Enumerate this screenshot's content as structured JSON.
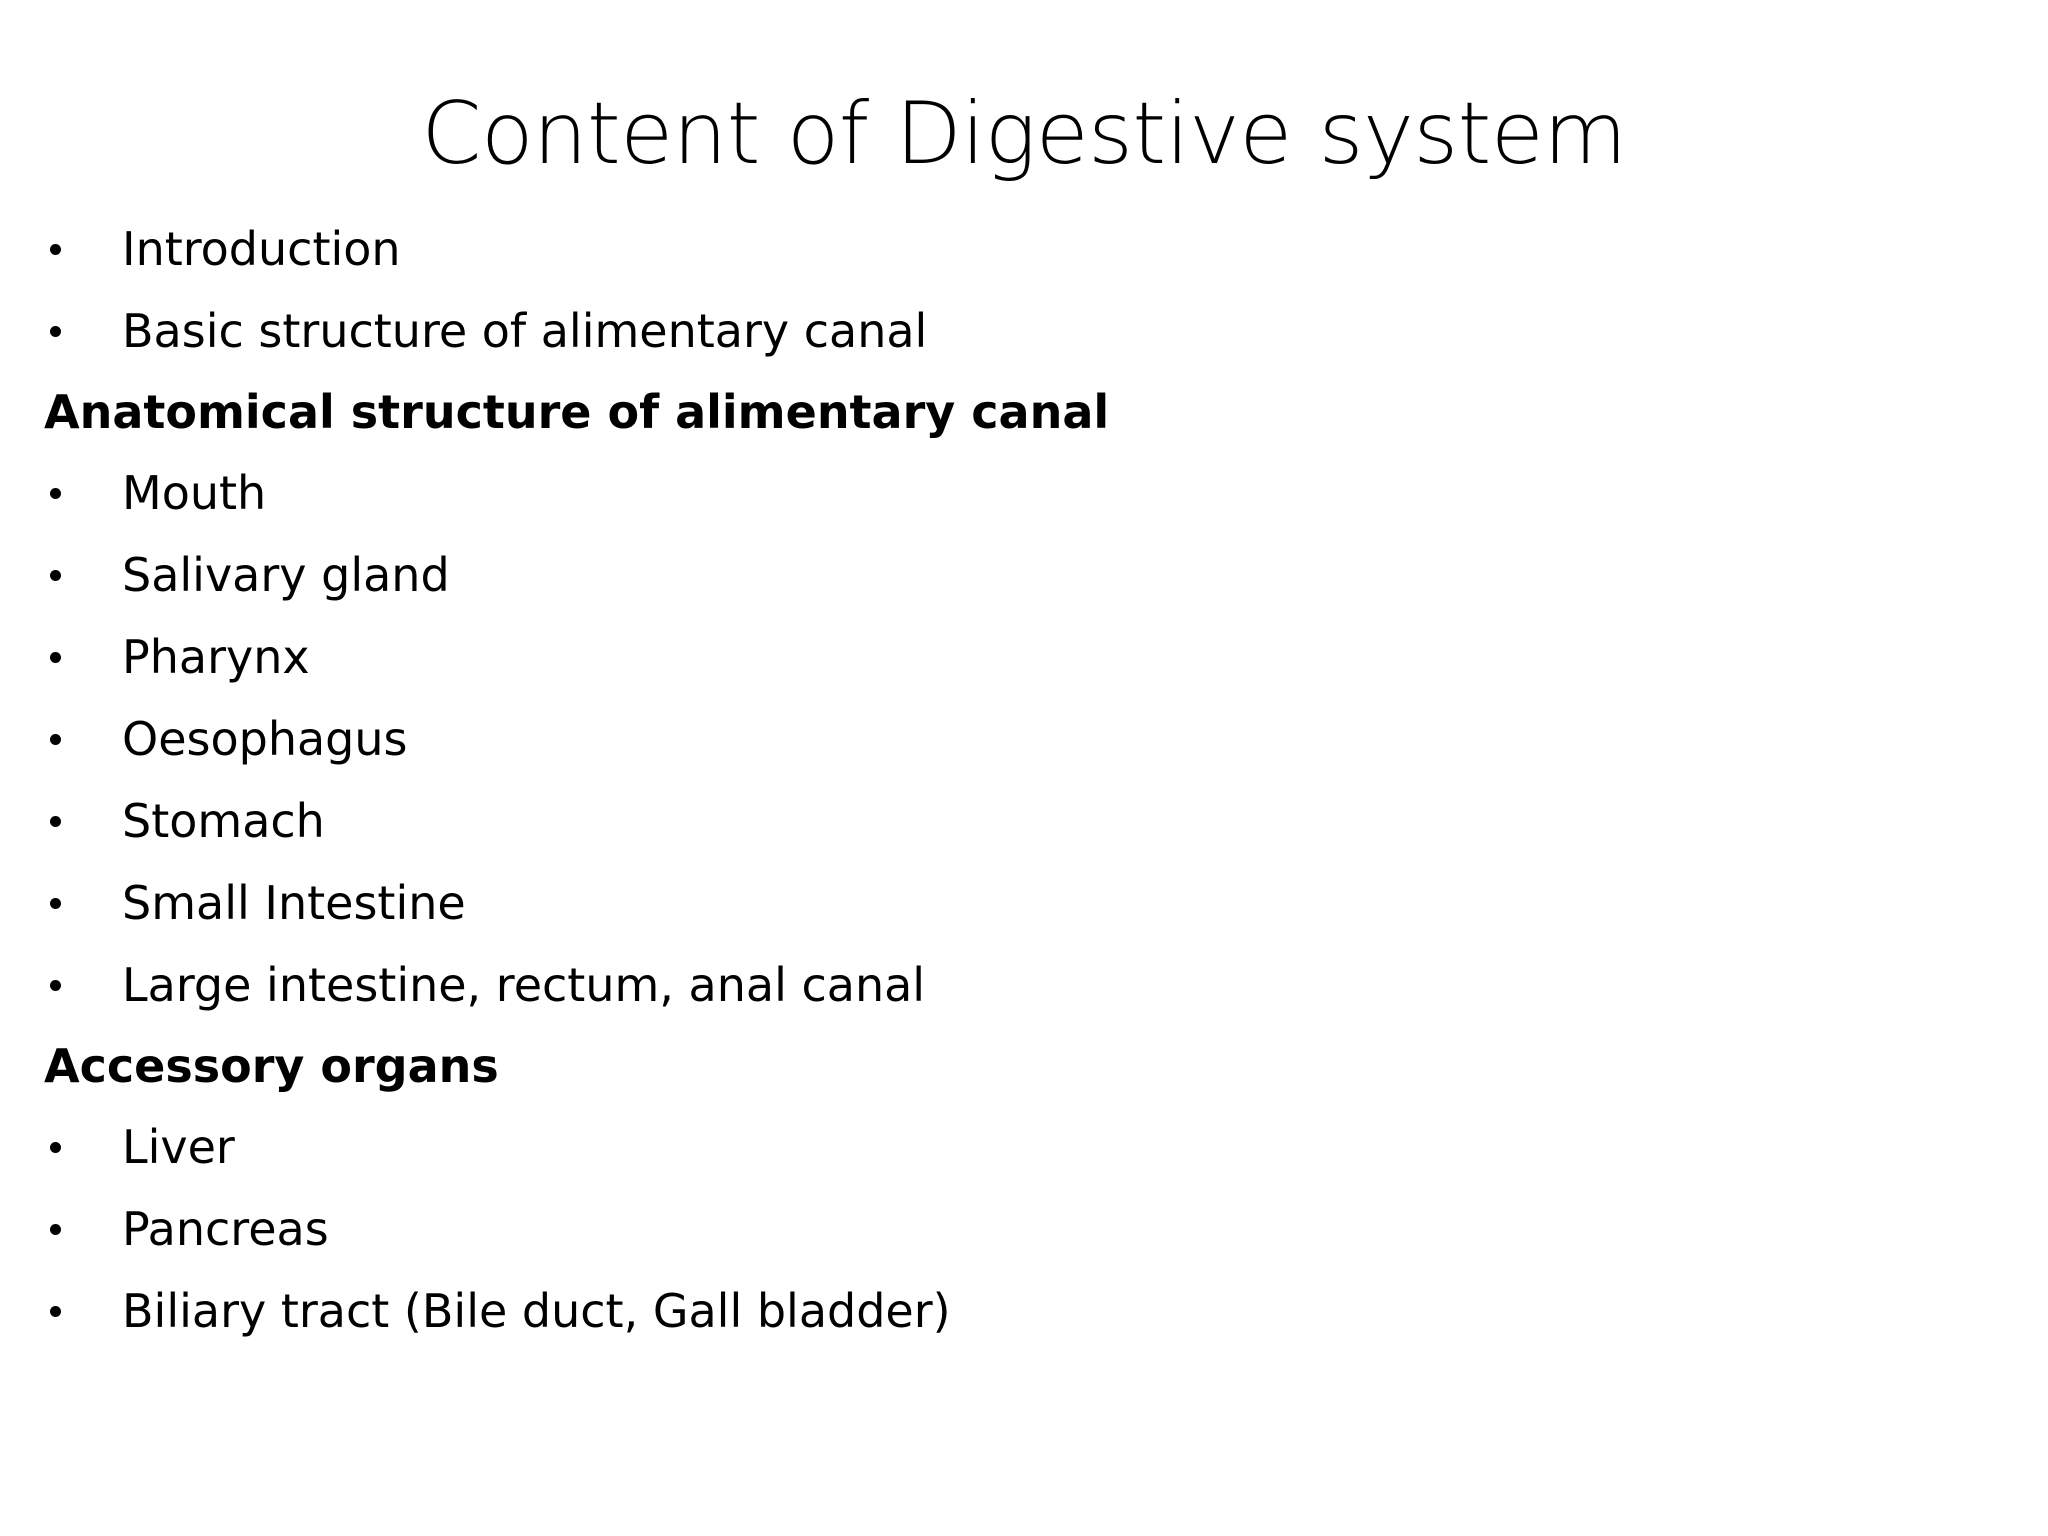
{
  "slide": {
    "title": "Content of Digestive system",
    "background_color": "#ffffff",
    "text_color": "#000000",
    "bullet_glyph": "•",
    "lines": [
      {
        "type": "bullet",
        "text": "Introduction"
      },
      {
        "type": "bullet",
        "text": "Basic structure of alimentary canal"
      },
      {
        "type": "heading",
        "text": "Anatomical structure of alimentary canal"
      },
      {
        "type": "bullet",
        "text": "Mouth"
      },
      {
        "type": "bullet",
        "text": "Salivary gland"
      },
      {
        "type": "bullet",
        "text": "Pharynx"
      },
      {
        "type": "bullet",
        "text": "Oesophagus"
      },
      {
        "type": "bullet",
        "text": "Stomach"
      },
      {
        "type": "bullet",
        "text": "Small Intestine"
      },
      {
        "type": "bullet",
        "text": "Large intestine, rectum, anal canal"
      },
      {
        "type": "heading",
        "text": "Accessory organs"
      },
      {
        "type": "bullet",
        "text": "Liver"
      },
      {
        "type": "bullet",
        "text": "Pancreas"
      },
      {
        "type": "bullet",
        "text": "Biliary tract (Bile duct, Gall bladder)"
      }
    ]
  }
}
